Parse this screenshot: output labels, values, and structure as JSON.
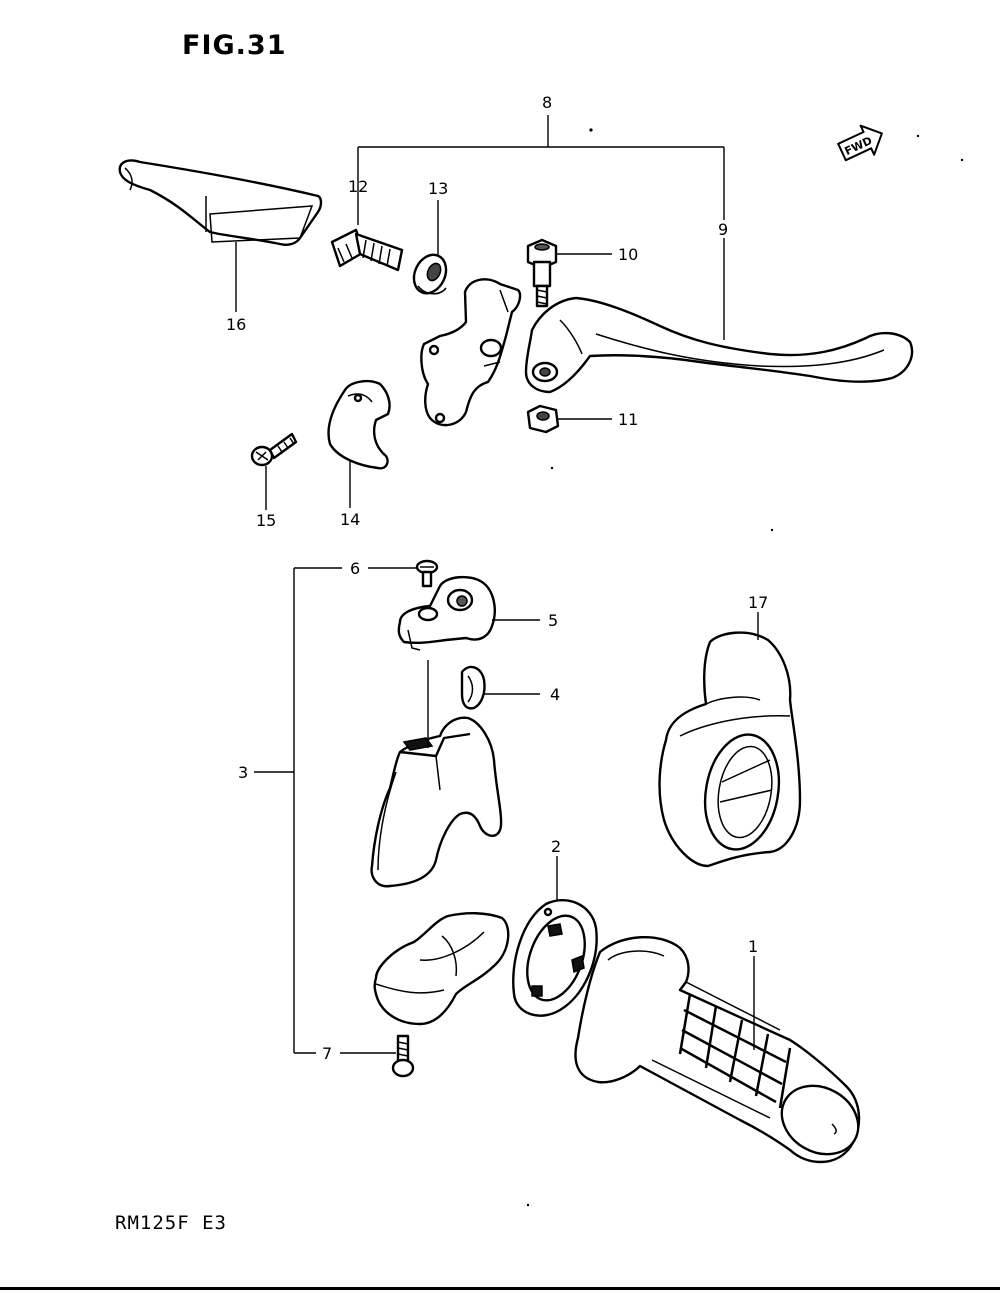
{
  "figure": {
    "title": "FIG.31",
    "model": "RM125F  E3",
    "fwd_label": "FWD"
  },
  "callouts": {
    "c1": "1",
    "c2": "2",
    "c3": "3",
    "c4": "4",
    "c5": "5",
    "c6": "6",
    "c7": "7",
    "c8": "8",
    "c9": "9",
    "c10": "10",
    "c11": "11",
    "c12": "12",
    "c13": "13",
    "c14": "14",
    "c15": "15",
    "c16": "16",
    "c17": "17"
  }
}
